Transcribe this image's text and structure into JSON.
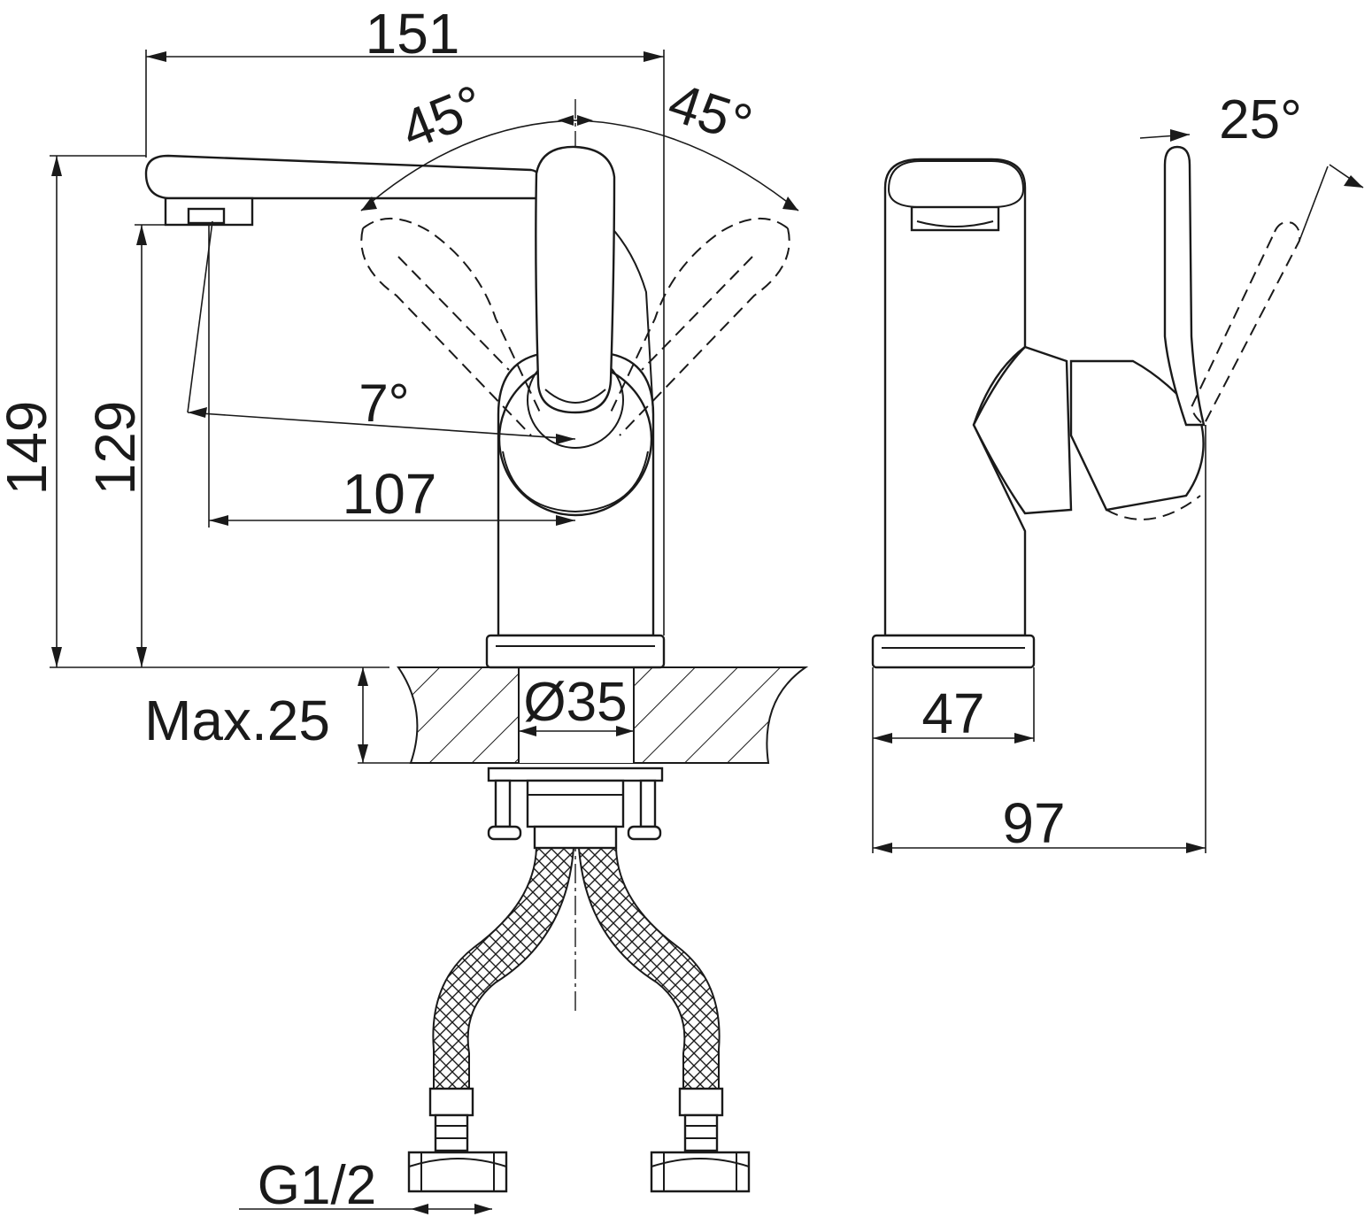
{
  "dimensions": {
    "total_width": "151",
    "swing_left": "45°",
    "swing_right": "45°",
    "spout_tilt": "7°",
    "spout_reach": "107",
    "total_height": "149",
    "spout_height": "129",
    "max_thickness": "Max.25",
    "hole_diameter": "Ø35",
    "base_width": "47",
    "side_depth": "97",
    "lever_tilt": "25°",
    "thread": "G1/2"
  },
  "colors": {
    "ink": "#1a1a1a",
    "paper": "#ffffff"
  }
}
